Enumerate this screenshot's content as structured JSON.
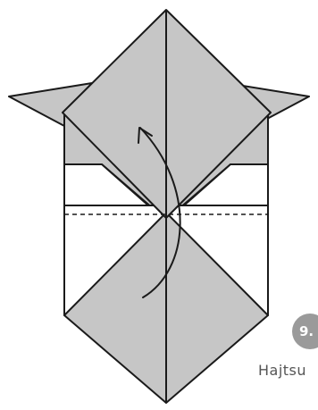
{
  "step": {
    "number": "9.",
    "caption": "Hajtsu"
  },
  "colors": {
    "paper_fill": "#c6c6c6",
    "paper_white": "#ffffff",
    "outline": "#1a1a1a",
    "badge": "#9a9a9a"
  },
  "icons": [
    "fold-arrow-icon",
    "valley-fold-line"
  ]
}
